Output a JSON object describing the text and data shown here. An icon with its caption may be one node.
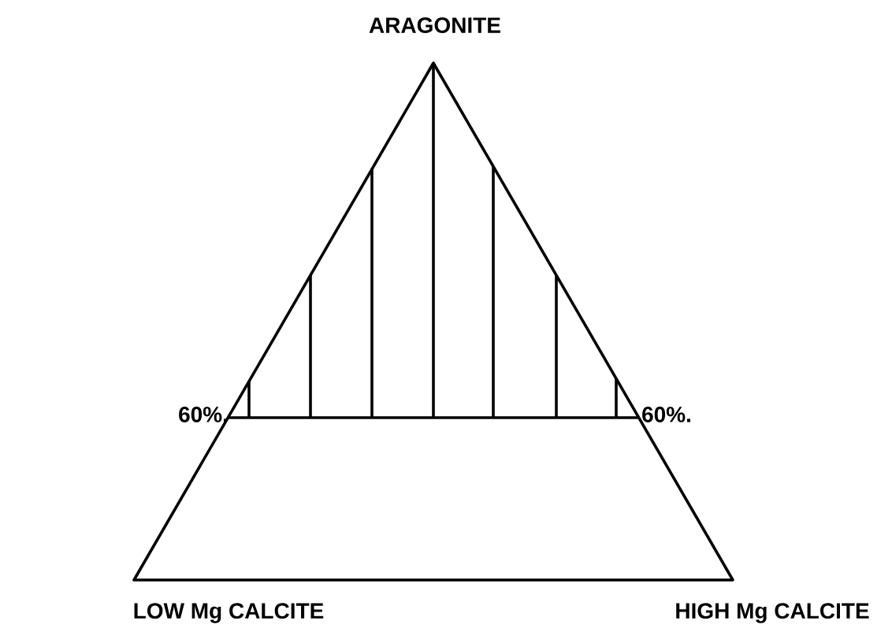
{
  "diagram": {
    "labels": [
      "ARAGONITE",
      "60%.",
      "60%.",
      "LOW Mg CALCITE",
      "HIGH Mg CALCITE"
    ]
  }
}
